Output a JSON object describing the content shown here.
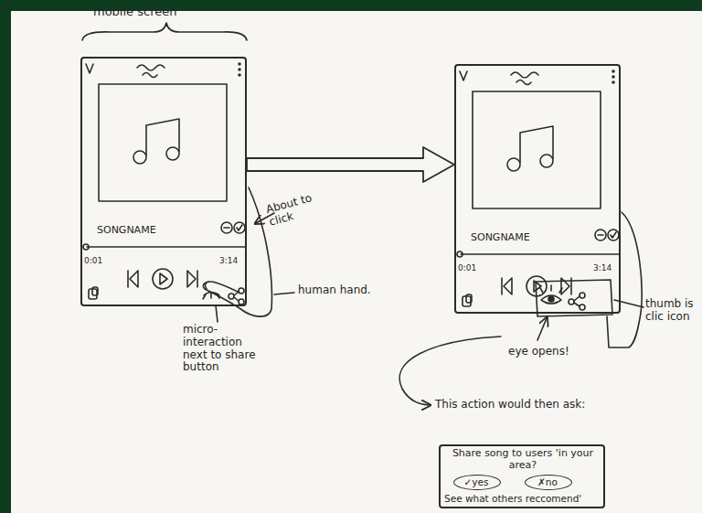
{
  "diagram": {
    "nodes": [
      {
        "text": [
          "mobile screen",
          "SONGNAME",
          "0:01",
          "3:14"
        ]
      },
      {
        "text": [
          "SONGNAME",
          "0:01",
          "3:14"
        ]
      },
      {
        "text": [
          "Share song to users 'in your area?",
          "See what others reccomend'"
        ]
      },
      {
        "text": [
          "✓yes"
        ],
        "in": 2
      },
      {
        "text": [
          "✗no"
        ],
        "in": 2
      }
    ],
    "edges": [
      {
        "from": 0,
        "to": 1,
        "arrow": "to"
      }
    ],
    "labels": [
      "About to click",
      "human hand.",
      "micro-interaction next to share button",
      "thumb is clic icon",
      "eye opens!",
      "This action would then ask:"
    ]
  }
}
